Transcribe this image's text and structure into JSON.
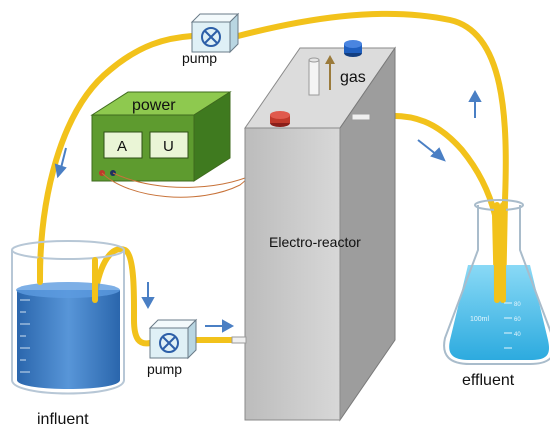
{
  "labels": {
    "pump_top": "pump",
    "pump_bottom": "pump",
    "power": "power",
    "meter_a": "A",
    "meter_u": "U",
    "gas": "gas",
    "reactor": "Electro-reactor",
    "influent": "influent",
    "effluent": "effluent",
    "flask_100": "100ml",
    "flask_80": "80",
    "flask_60": "60",
    "flask_40": "40"
  },
  "colors": {
    "tube": "#f2c21b",
    "reactor_front": "#c9c9c9",
    "reactor_side": "#9d9d9d",
    "power_front": "#5e9b2f",
    "power_top": "#8ec94f",
    "meter": "#eaf5d6",
    "pump_box": "#dff0f6",
    "water_blue": "#2e6fb7",
    "flask_liquid": "#3bb5e5",
    "arrow_blue": "#4a7fc4",
    "gas_arrow": "#9b7b3c",
    "electrode_red": "#c0392b",
    "electrode_blue": "#1f5fbf",
    "wire": "#c8733a"
  },
  "icons": [
    "pump-icon",
    "crossed-circle-icon",
    "flow-arrow-icon",
    "gas-arrow-icon"
  ]
}
